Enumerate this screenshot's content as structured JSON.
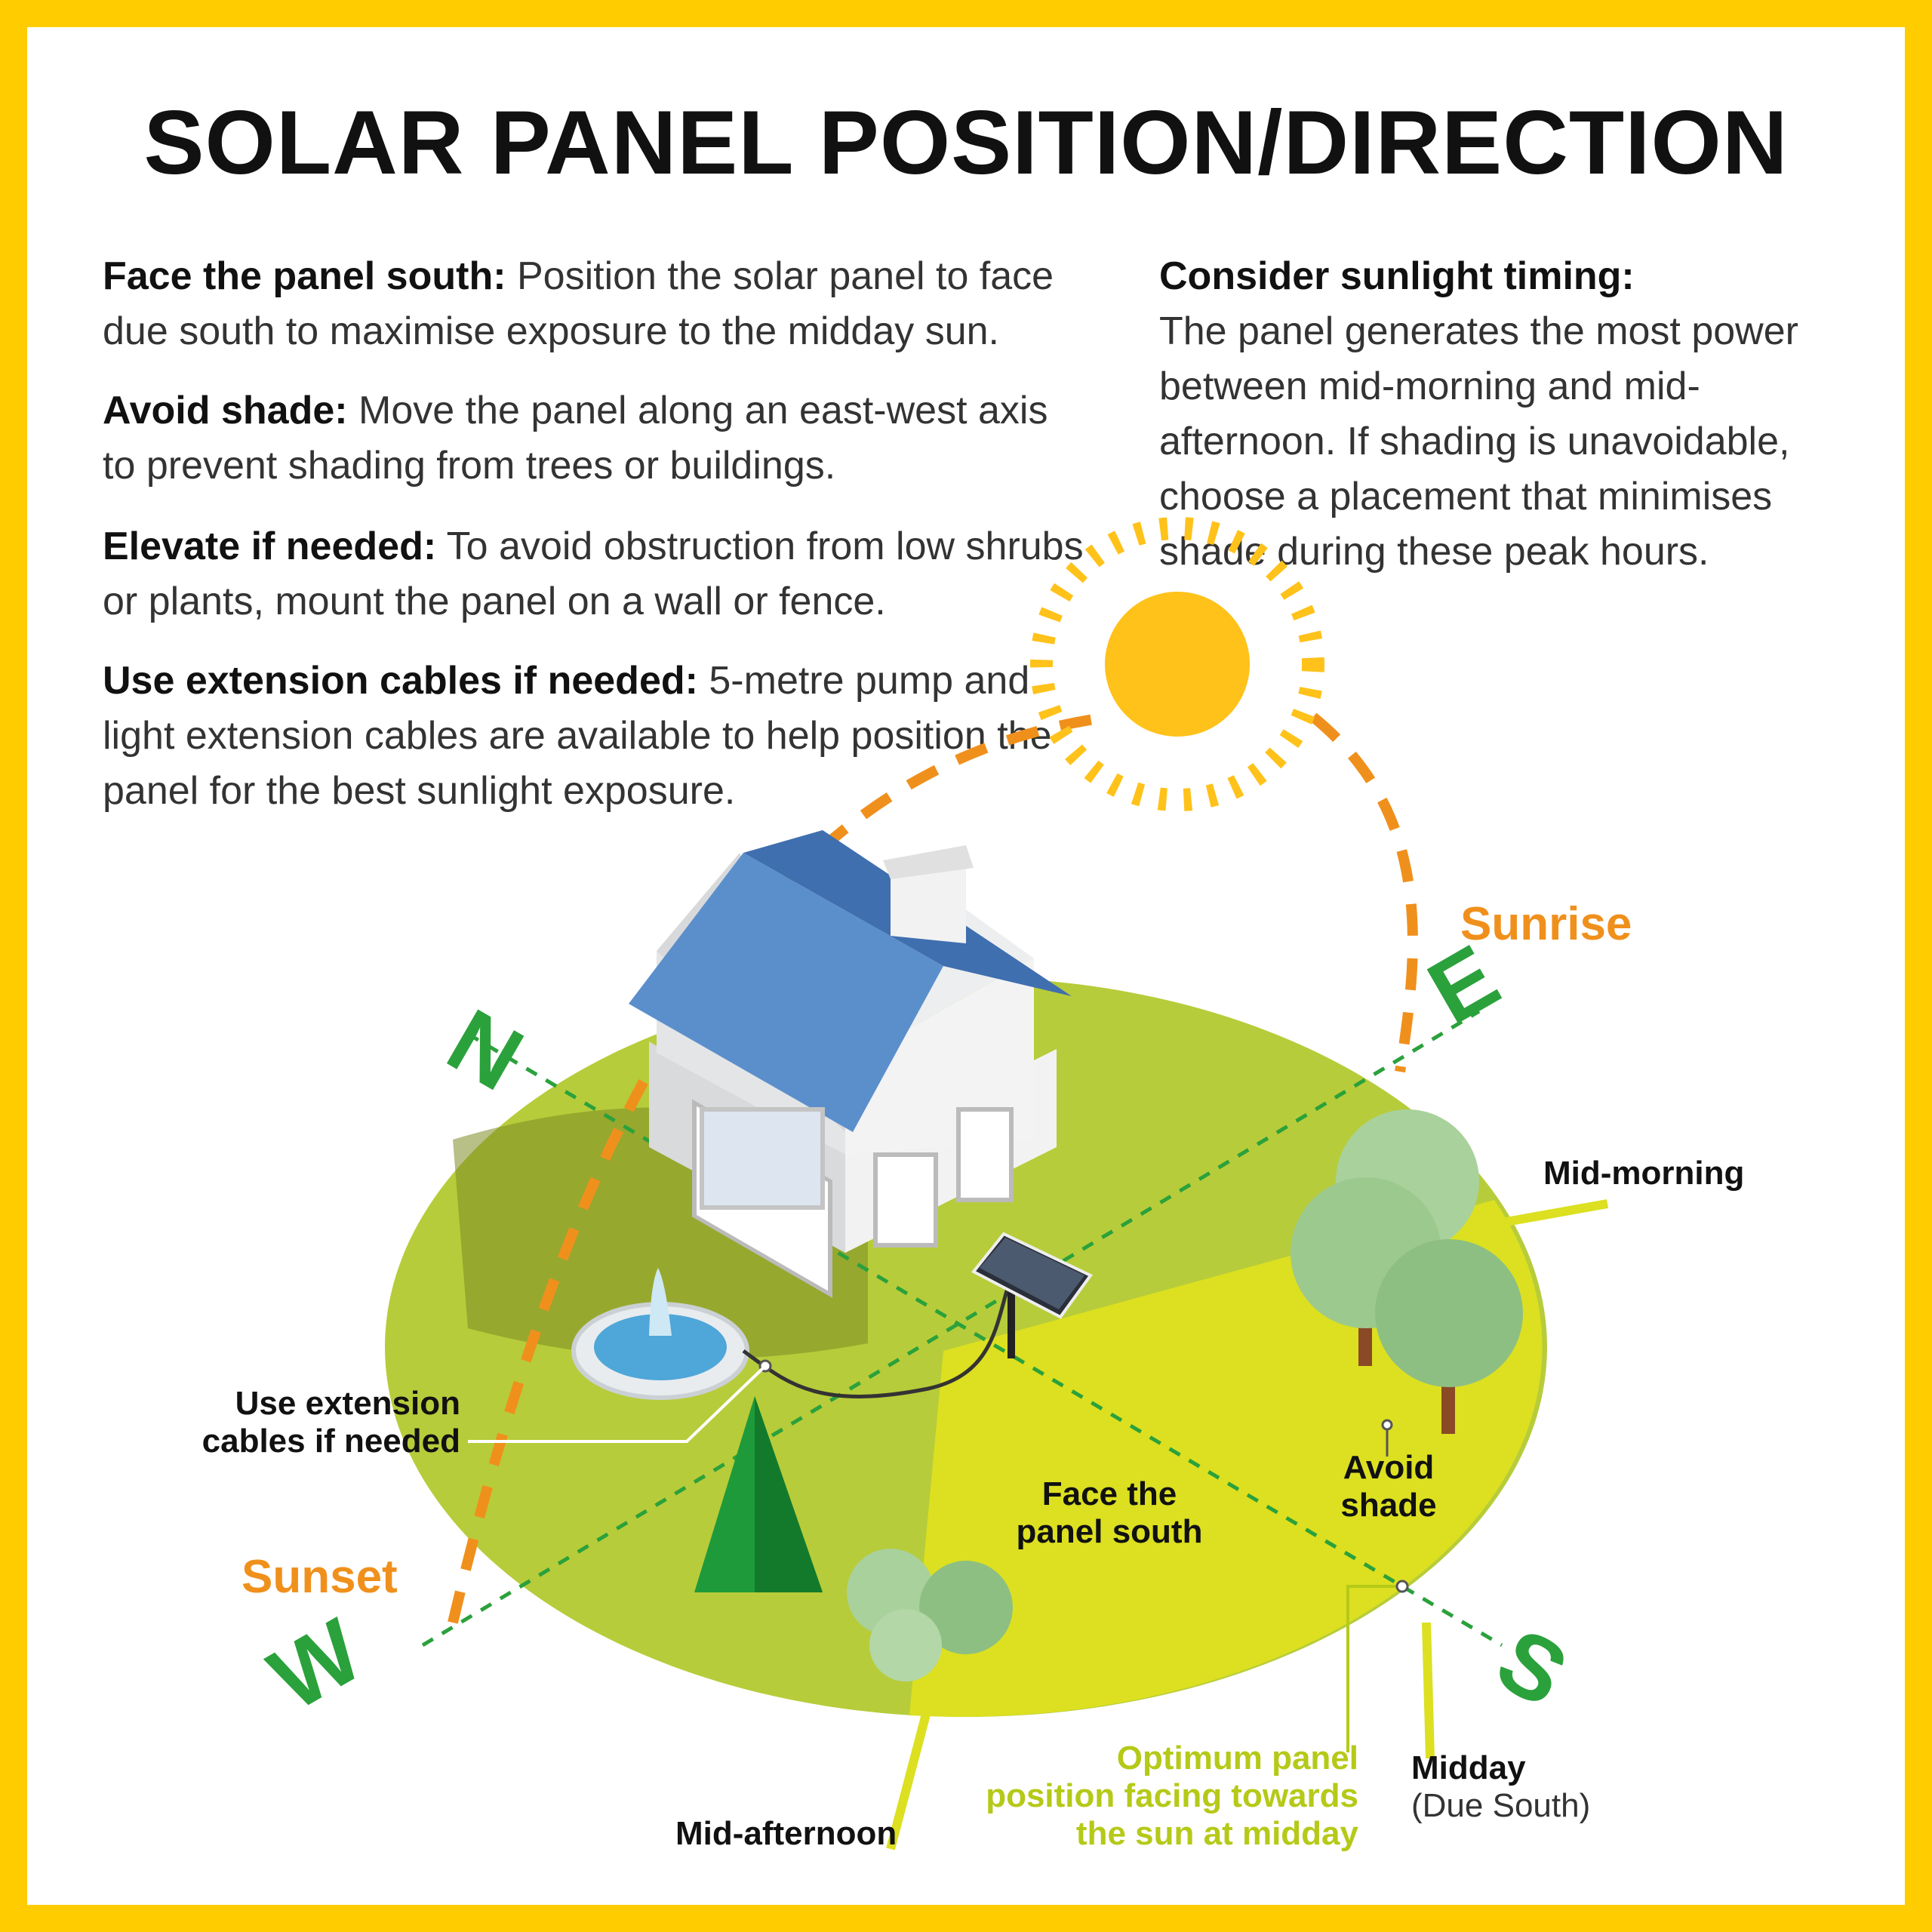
{
  "title": "SOLAR PANEL POSITION/DIRECTION",
  "tips": [
    {
      "heading": "Face the panel south:",
      "text": " Position the solar panel to face due south to maximise exposure to the midday sun."
    },
    {
      "heading": "Avoid shade:",
      "text": " Move the panel along an east-west axis to prevent shading from trees or buildings."
    },
    {
      "heading": "Elevate if needed:",
      "text": " To avoid obstruction from low shrubs or plants, mount the panel on a wall or fence."
    },
    {
      "heading": "Use extension cables if needed:",
      "text": " 5-metre pump and light extension cables are available to help position the panel for the best sunlight exposure."
    },
    {
      "heading": "Consider sunlight timing:",
      "text": "The panel generates the most power between mid-morning and mid-afternoon. If shading is unavoidable, choose a placement that minimises shade during these peak hours."
    }
  ],
  "compass": {
    "n": "N",
    "e": "E",
    "s": "S",
    "w": "W"
  },
  "labels": {
    "sunrise": "Sunrise",
    "sunset": "Sunset",
    "mid_morning": "Mid-morning",
    "mid_afternoon": "Mid-afternoon",
    "midday": "Midday",
    "due_south": "(Due South)",
    "optimum": "Optimum panel position facing towards the sun at midday",
    "face_south": "Face the panel south",
    "avoid_shade": "Avoid shade",
    "extension": "Use extension cables if needed"
  },
  "colors": {
    "frame": "#FFCC00",
    "sun_path": "#F0901C",
    "compass": "#2BA13C",
    "lawn": "#B7CC3A",
    "sun_zone": "#DCE020",
    "roof": "#5B8FCC",
    "optimum_text": "#B5C918"
  }
}
